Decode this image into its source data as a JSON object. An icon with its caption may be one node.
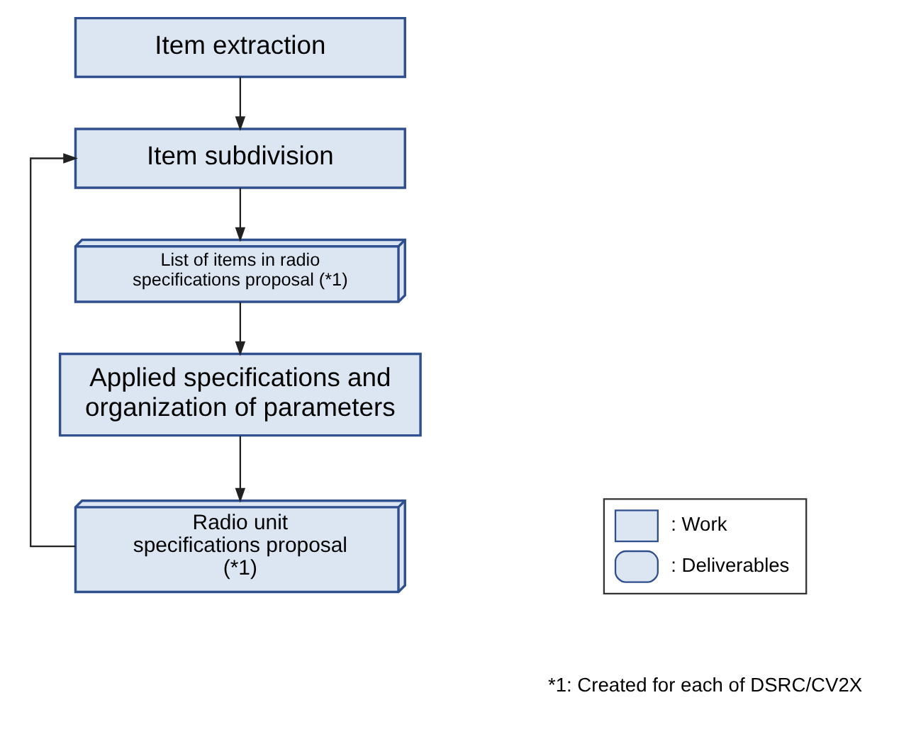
{
  "diagram": {
    "nodes": [
      {
        "text": [
          "Item extraction"
        ]
      },
      {
        "text": [
          "Item subdivision"
        ]
      },
      {
        "text": [
          "List of items in radio specifications proposal (*1)"
        ]
      },
      {
        "text": [
          "Applied specifications and organization of parameters"
        ]
      },
      {
        "text": [
          "Radio unit specifications proposal (*1)"
        ]
      }
    ],
    "edges": [
      {
        "from": 0,
        "to": 1,
        "arrow": "to"
      },
      {
        "from": 1,
        "to": 2,
        "arrow": "to"
      },
      {
        "from": 2,
        "to": 3,
        "arrow": "to"
      },
      {
        "from": 3,
        "to": 4,
        "arrow": "to"
      },
      {
        "from": 4,
        "to": 1,
        "arrow": "to"
      }
    ],
    "labels": [
      "*1: Created for each of DSRC/CV2X"
    ],
    "legend": [
      {
        "text": ": Work"
      },
      {
        "text": ": Deliverables"
      }
    ]
  }
}
